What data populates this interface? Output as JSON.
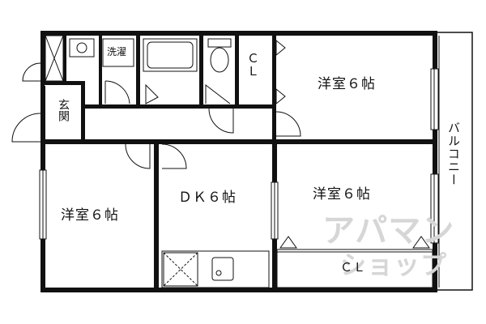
{
  "floorplan": {
    "rooms": {
      "western_room_top_right": "洋室６帖",
      "western_room_middle_right": "洋室６帖",
      "western_room_left": "洋室６帖",
      "dining_kitchen": "ＤＫ６帖",
      "closet_top": "ＣＬ",
      "closet_bottom": "ＣＬ",
      "laundry": "洗濯",
      "entrance": "玄関",
      "balcony": "バルコニー"
    },
    "watermark": {
      "line1": "アパマン",
      "line2": "ショップ"
    },
    "colors": {
      "wall": "#111111",
      "background": "#ffffff",
      "watermark": "#d6d6d6"
    }
  }
}
